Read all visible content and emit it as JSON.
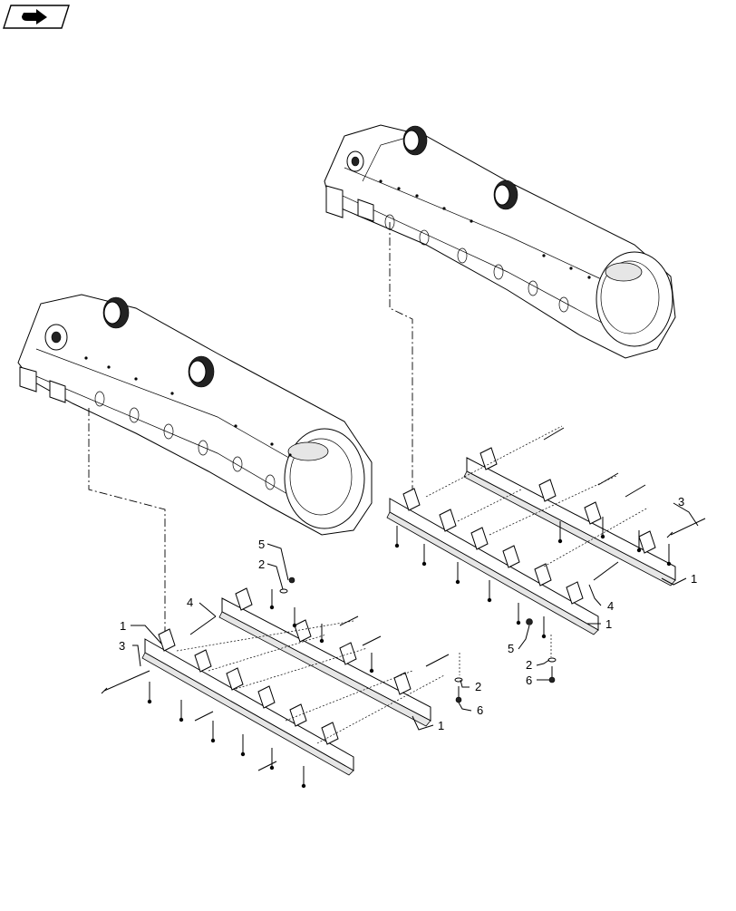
{
  "figure": {
    "nav_icon": "orientation-arrow-icon",
    "callouts": {
      "left_guard_upper": "1",
      "left_guard_lower": "1",
      "left_bolt_long": "3",
      "left_pin": "4",
      "left_washer_top": "2",
      "left_nut_top": "5",
      "left_washer_bottom": "2",
      "left_nut_bottom": "6",
      "right_bolt_long": "3",
      "right_guard_upper": "1",
      "right_guard_lower": "1",
      "right_pin": "4",
      "right_nut": "5",
      "right_washer": "2",
      "right_bolt_short": "6"
    }
  }
}
